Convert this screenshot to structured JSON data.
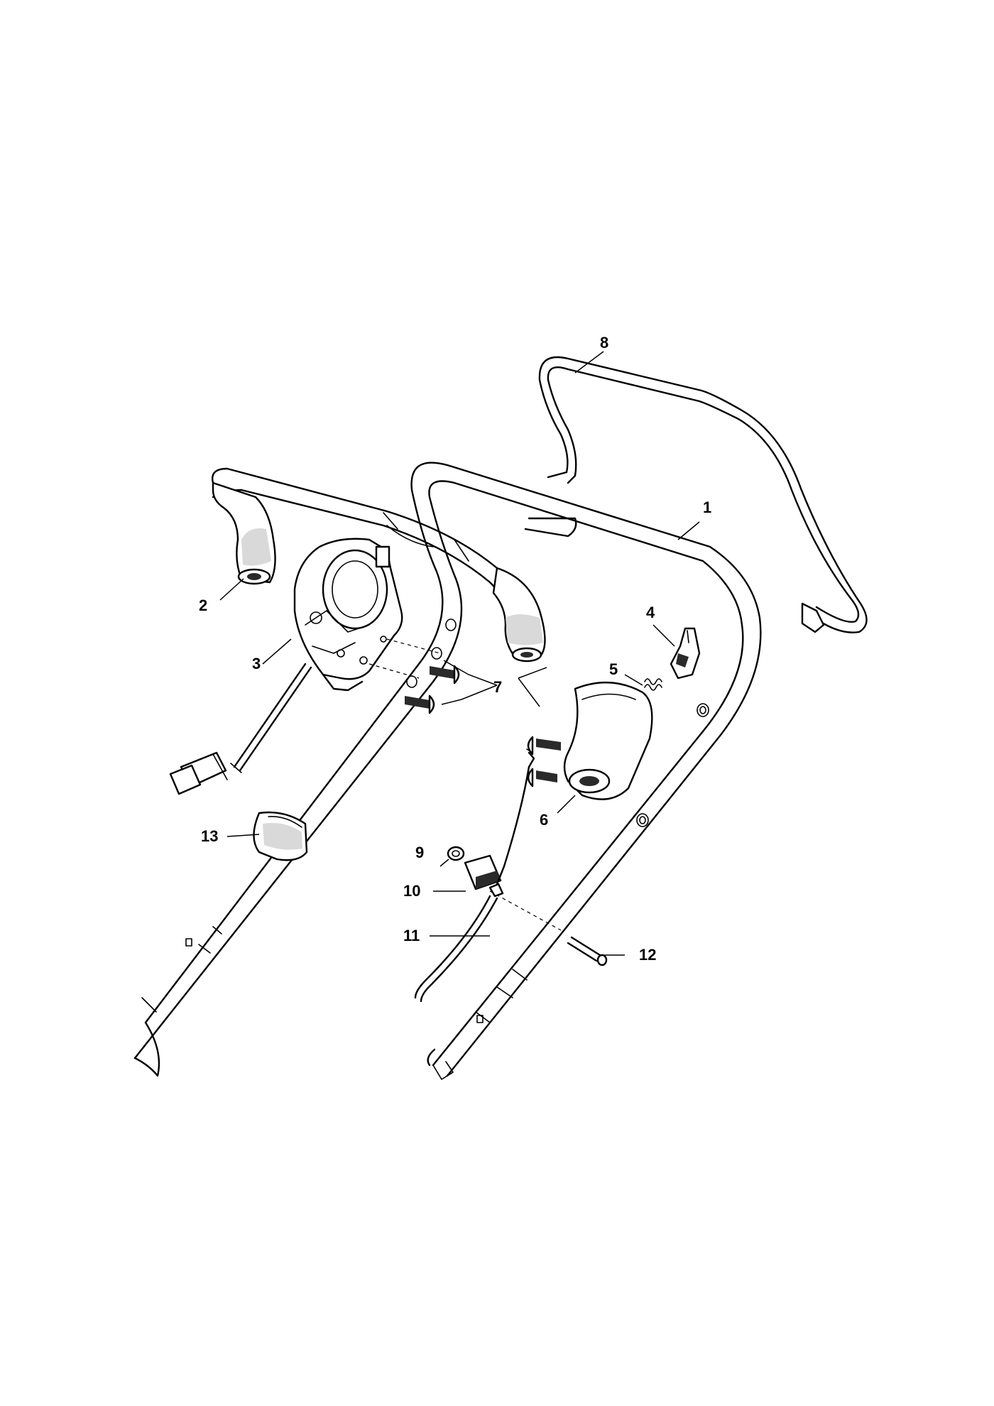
{
  "callouts": {
    "c1": "1",
    "c2": "2",
    "c3": "3",
    "c4": "4",
    "c5": "5",
    "c6": "6",
    "c7": "7",
    "c8": "8",
    "c9": "9",
    "c10": "10",
    "c11": "11",
    "c12": "12",
    "c13": "13"
  },
  "colors": {
    "line": "#000000",
    "background": "#ffffff",
    "grip_shade": "#d9d9d9"
  }
}
